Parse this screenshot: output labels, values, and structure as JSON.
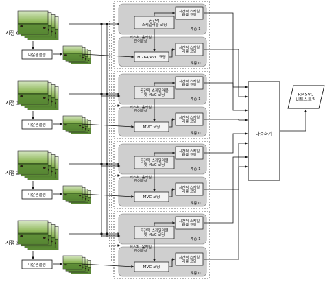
{
  "views": [
    {
      "label": "시점 0",
      "downsample": "다운샘플링",
      "group": {
        "spatial": "공간적\n스케일러블 코딩",
        "texture": "텍스쳐, 움직임\n잔여영상",
        "base": "H.264/AVC 코딩",
        "temporal_top": "시간적 스케일\n러블 코딩",
        "temporal_bottom": "시간적 스케일\n러블 코딩",
        "layer_top": "계층 1",
        "layer_bottom": "계층 0"
      }
    },
    {
      "label": "시점 1",
      "downsample": "다운샘플링",
      "group": {
        "spatial": "공간적 스케일러블\n및 MVC 코딩",
        "texture": "텍스쳐, 움직임\n잔여영상",
        "base": "MVC 코딩",
        "temporal_top": "시간적 스케일\n러블 코딩",
        "temporal_bottom": "시간적 스케일\n러블 코딩",
        "layer_top": "계층 1",
        "layer_bottom": "계층 0"
      }
    },
    {
      "label": "시점 2",
      "downsample": "다운샘플링",
      "group": {
        "spatial": "공간적 스케일러블\n및 MVC 코딩",
        "texture": "텍스쳐, 움직임\n잔여영상",
        "base": "MVC 코딩",
        "temporal_top": "시간적 스케일\n러블 코딩",
        "temporal_bottom": "시간적 스케일\n러블 코딩",
        "layer_top": "계층 1",
        "layer_bottom": "계층 0"
      }
    },
    {
      "label": "시점 3",
      "downsample": "다운샘플링",
      "group": {
        "spatial": "공간적 스케일러블\n및 MVC 코딩",
        "texture": "텍스쳐, 움직임\n잔여영상",
        "base": "MVC 코딩",
        "temporal_top": "시간적 스케일\n러블 코딩",
        "temporal_bottom": "시간적 스케일\n러블 코딩",
        "layer_top": "계층 1",
        "layer_bottom": "계층 0"
      }
    }
  ],
  "mux": "다중화기",
  "output": "RMSVC\n비트스트림"
}
